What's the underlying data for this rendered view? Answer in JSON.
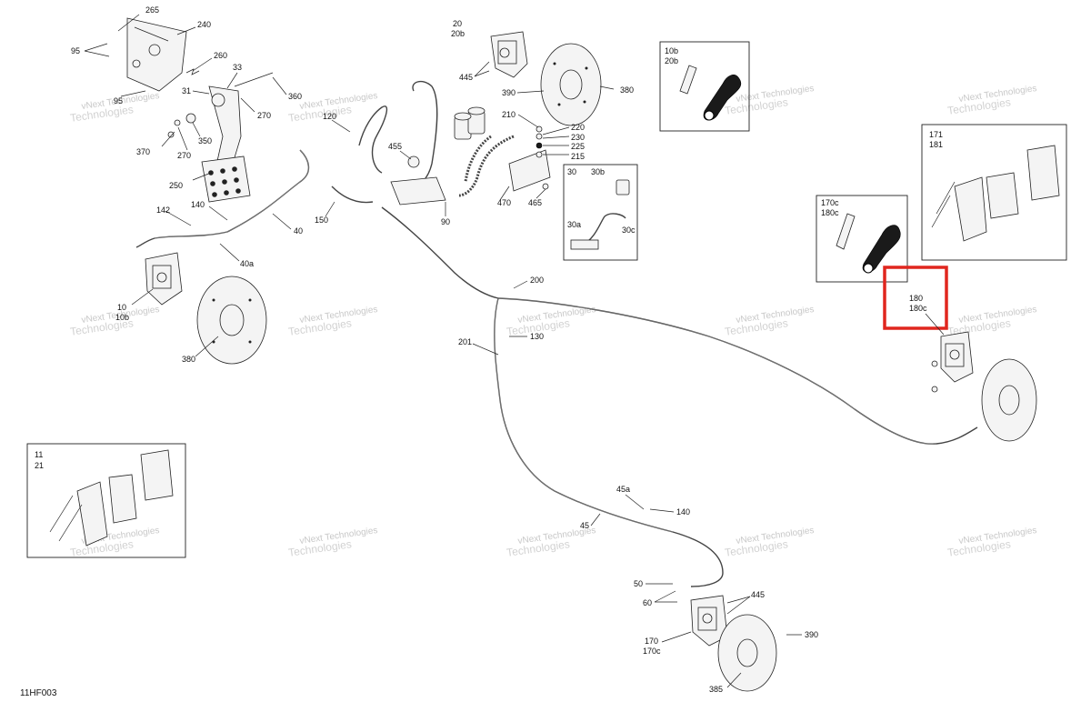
{
  "diagram_code": "11HF003",
  "watermark": {
    "line1": "vNext Technologies",
    "line2": "Technologies"
  },
  "colors": {
    "highlight": "#e0261e",
    "line": "#222222",
    "watermark": "#c8c8c8"
  },
  "labels": {
    "l265": "265",
    "l240": "240",
    "l95a": "95",
    "l95b": "95",
    "l260": "260",
    "l33": "33",
    "l31": "31",
    "l360": "360",
    "l270a": "270",
    "l270b": "270",
    "l350": "350",
    "l370": "370",
    "l250": "250",
    "l120": "120",
    "l455": "455",
    "l20": "20",
    "l20b": "20b",
    "l445a": "445",
    "l390a": "390",
    "l380a": "380",
    "l210": "210",
    "l220": "220",
    "l230": "230",
    "l225": "225",
    "l215": "215",
    "l470": "470",
    "l465": "465",
    "l90": "90",
    "l150": "150",
    "l140a": "140",
    "l142": "142",
    "l40": "40",
    "l40a": "40a",
    "l10": "10",
    "l10b": "10b",
    "l380b": "380",
    "l200": "200",
    "l201": "201",
    "l130": "130",
    "l45a": "45a",
    "l140b": "140",
    "l45": "45",
    "l50": "50",
    "l60": "60",
    "l445b": "445",
    "l170": "170",
    "l170c": "170c",
    "l390b": "390",
    "l385": "385"
  },
  "insets": {
    "bleeder": {
      "l1": "10b",
      "l2": "20b"
    },
    "master": {
      "l30": "30",
      "l30b": "30b",
      "l30a": "30a",
      "l30c": "30c"
    },
    "bleeder_rear": {
      "l1": "170c",
      "l2": "180c"
    },
    "pads_rear": {
      "l1": "171",
      "l2": "181"
    },
    "pads_front": {
      "l1": "11",
      "l2": "21"
    }
  },
  "highlight": {
    "l1": "180",
    "l2": "180c"
  }
}
